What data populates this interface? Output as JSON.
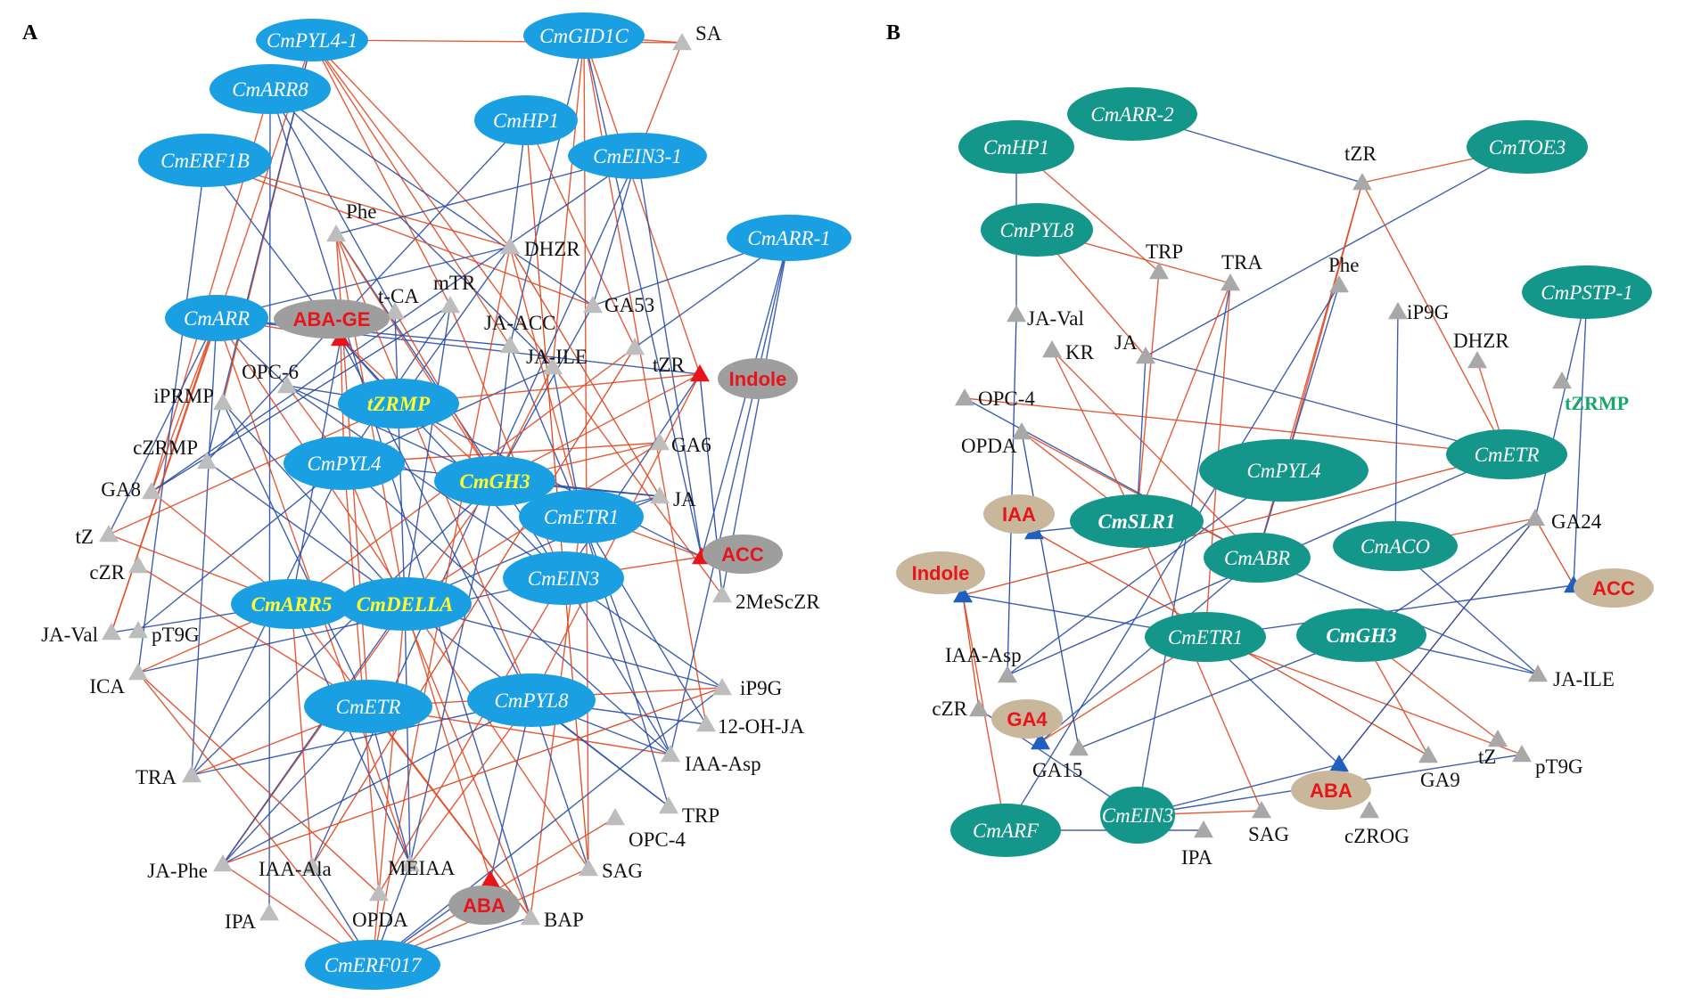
{
  "panels": [
    {
      "label": "A",
      "colors": {
        "node": "#1aa0e2",
        "hub": "#9e9e9e",
        "tri": "#bdbdbd",
        "accent": "#e8141c"
      },
      "genes": [
        "CmPYL4-1",
        "CmGID1C",
        "CmARR8",
        "CmHP1",
        "CmERF1B",
        "CmEIN3-1",
        "CmARR-1",
        "CmARR",
        "CmPYL4",
        "CmETR1",
        "CmEIN3",
        "CmETR",
        "CmPYL8",
        "CmERF017"
      ],
      "highlighted_genes": [
        "tZRMP",
        "CmGH3",
        "CmARR5",
        "CmDELLA"
      ],
      "hub_metabolites": [
        "ABA-GE",
        "Indole",
        "ACC",
        "ABA"
      ],
      "metabolites": [
        "SA",
        "Phe",
        "DHZR",
        "t-CA",
        "mTR",
        "GA53",
        "JA-ACC",
        "JA-ILE",
        "tZR",
        "OPC-6",
        "iPRMP",
        "cZRMP",
        "GA6",
        "GA8",
        "JA",
        "tZ",
        "cZR",
        "2MeScZR",
        "JA-Val",
        "pT9G",
        "ICA",
        "iP9G",
        "12-OH-JA",
        "TRA",
        "IAA-Asp",
        "TRP",
        "OPC-4",
        "JA-Phe",
        "IAA-Ala",
        "MEIAA",
        "SAG",
        "IPA",
        "OPDA",
        "BAP"
      ]
    },
    {
      "label": "B",
      "colors": {
        "node": "#14968a",
        "hub": "#c9b79c",
        "tri": "#a8a8a8",
        "accent": "#e8141c"
      },
      "genes": [
        "CmHP1",
        "CmARR-2",
        "CmTOE3",
        "CmPYL8",
        "CmPSTP-1",
        "CmETR",
        "CmPYL4",
        "CmABR",
        "CmACO",
        "CmETR1",
        "CmEIN3",
        "CmARF"
      ],
      "bold_genes": [
        "CmSLR1",
        "CmGH3"
      ],
      "hub_metabolites": [
        "IAA",
        "Indole",
        "ACC",
        "GA4",
        "ABA"
      ],
      "highlighted_metabolite": "tZRMP",
      "metabolites": [
        "tZR",
        "TRP",
        "TRA",
        "Phe",
        "iP9G",
        "DHZR",
        "JA-Val",
        "KR",
        "JA",
        "OPC-4",
        "OPDA",
        "GA24",
        "IAA-Asp",
        "cZR",
        "JA-ILE",
        "GA15",
        "tZ",
        "pT9G",
        "GA9",
        "IPA",
        "SAG",
        "cZROG"
      ]
    }
  ],
  "edge_colors": {
    "positive": "#e04a23",
    "negative": "#2a4fa8"
  }
}
